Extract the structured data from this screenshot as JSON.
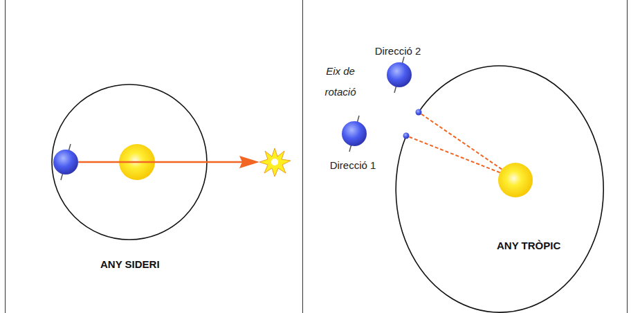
{
  "diagram": {
    "nodes": [
      {
        "text": [
          "ANY SIDERI"
        ]
      },
      {
        "text": [
          "ANY TRÒPIC"
        ]
      }
    ],
    "labels": [
      "Direcció 2",
      "Eix de rotació",
      "Direcció 1"
    ]
  }
}
